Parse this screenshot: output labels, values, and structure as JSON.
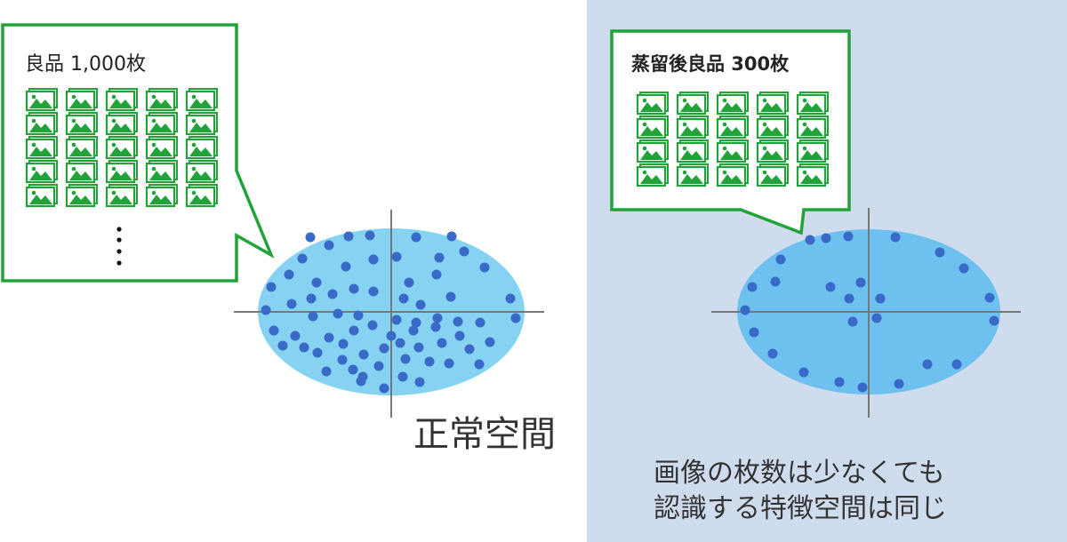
{
  "left": {
    "count_label": "良品 1,000枚",
    "space_label": "正常空間"
  },
  "right": {
    "count_label": "蒸留後良品 300枚",
    "caption_line1": "画像の枚数は少なくても",
    "caption_line2": "認識する特徴空間は同じ"
  },
  "colors": {
    "callout_border": "#22a33a",
    "icon_green": "#22a33a",
    "ellipse_left": "#86d2f2",
    "ellipse_right": "#6ec0ee",
    "dot": "#3a6ac8",
    "axis": "#777777",
    "panel_bg": "#cfdcee"
  },
  "icon": "landscape-picture-icon"
}
